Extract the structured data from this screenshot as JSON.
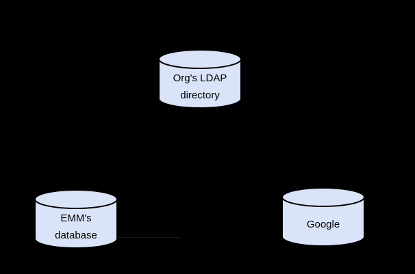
{
  "colors": {
    "canvas_background": "#000000",
    "cylinder_fill": "#d9e4f8",
    "cylinder_stroke": "#000000",
    "label_text": "#000000",
    "faint_connector": "#161616"
  },
  "nodes": [
    {
      "id": "orgs-ldap-directory",
      "label_line1": "Org's LDAP",
      "label_line2": "directory"
    },
    {
      "id": "emms-database",
      "label_line1": "EMM's",
      "label_line2": "database"
    },
    {
      "id": "google",
      "label_line1": "Google",
      "label_line2": ""
    }
  ]
}
